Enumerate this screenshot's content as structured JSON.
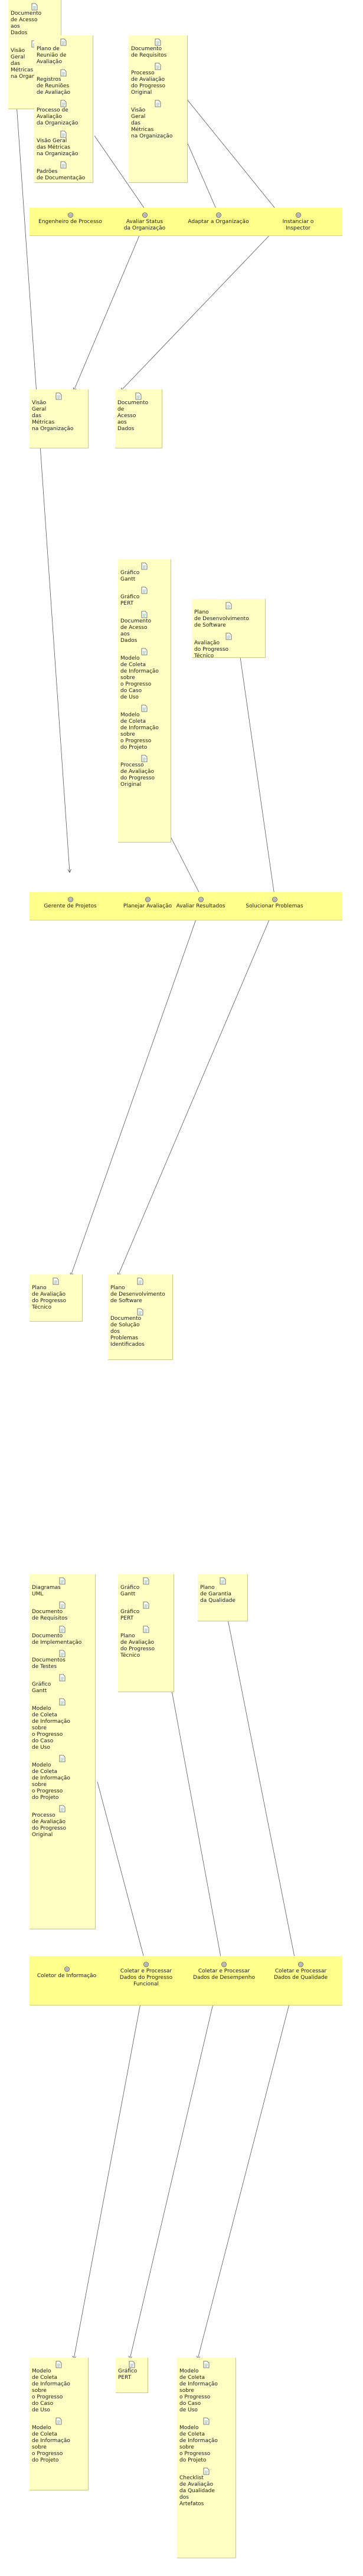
{
  "sections": [
    {
      "inputs": [
        {
          "items": [
            "Documento\nde Acesso\naos\nDados",
            "Visão\nGeral\ndas\nMétricas\nna Organização"
          ]
        },
        {
          "items": [
            "Plano de\nReunião de Avaliação",
            "Registros\nde Reuniões\nde Avaliação",
            "Processo de\nAvaliação\nda Organização",
            "Visão Geral\ndas Métricas\nna Organização",
            "Padrões\nde Documentação"
          ]
        },
        {
          "items": [
            "Documento\nde Requisitos",
            "Processo\nde Avaliação\ndo Progresso\nOriginal",
            "Visão\nGeral\ndas\nMétricas\nna Organização"
          ]
        }
      ],
      "tasks": [
        "Engenheiro de Processo",
        "Avaliar Status\nda Organização",
        "Adaptar a Organização",
        "Instanciar o\nInspector"
      ],
      "outputs": [
        {
          "items": [
            "Visão\nGeral\ndas\nMétricas\nna Organização"
          ]
        },
        {
          "items": [
            "Documento\nde\nAcesso\naos\nDados"
          ]
        }
      ]
    },
    {
      "inputs": [
        {
          "items": [
            "Gráfico\nGantt",
            "Gráfico\nPERT",
            "Documento\nde Acesso\naos\nDados",
            "Modelo\nde Coleta\nde Informação\nsobre\no Progresso\ndo Caso\nde Uso",
            "Modelo\nde Coleta\nde Informação\nsobre\no Progresso\ndo Projeto",
            "Processo\nde Avaliação\ndo Progresso\nOriginal"
          ]
        },
        {
          "items": [
            "Plano\nde Desenvolvimento\nde Software",
            "Avaliação\ndo Progresso\nTécnico"
          ]
        }
      ],
      "tasks": [
        "Gerente de Projetos",
        "Planejar Avaliação",
        "Avaliar Resultados",
        "Solucionar Problemas"
      ],
      "outputs": [
        {
          "items": [
            "Plano\nde Avaliação\ndo Progresso\nTécnico"
          ]
        },
        {
          "items": [
            "Plano\nde Desenvolvimento\nde Software",
            "Documento\nde Solução\ndos\nProblemas\nIdentificados"
          ]
        }
      ]
    },
    {
      "inputs": [
        {
          "items": [
            "Diagramas\nUML",
            "Documento\nde Requisitos",
            "Documento\nde Implementação",
            "Documentos\nde Testes",
            "Gráfico\nGantt",
            "Modelo\nde Coleta\nde Informação\nsobre\no Progresso\ndo Caso\nde Uso",
            "Modelo\nde Coleta\nde Informação\nsobre\no Progresso\ndo Projeto",
            "Processo\nde Avaliação\ndo Progresso\nOriginal"
          ]
        },
        {
          "items": [
            "Gráfico\nGantt",
            "Gráfico\nPERT",
            "Plano\nde Avaliação\ndo Progresso\nTécnico"
          ]
        },
        {
          "items": [
            "Plano\nde Garantia\nda Qualidade"
          ]
        }
      ],
      "tasks": [
        "Coletor de Informação",
        "Coletar e Processar\nDados do Progresso\nFuncional",
        "Coletar e Processar\nDados de Desempenho",
        "Coletar e Processar\nDados de Qualidade"
      ],
      "outputs": [
        {
          "items": [
            "Modelo\nde Coleta\nde Informação\nsobre\no Progresso\ndo Caso\nde Uso",
            "Modelo\nde Coleta\nde Informação\nsobre\no Progresso\ndo Projeto"
          ]
        },
        {
          "items": [
            "Gráfico\nPERT"
          ]
        },
        {
          "items": [
            "Modelo\nde Coleta\nde Informação\nsobre\no Progresso\ndo Caso\nde Uso",
            "Modelo\nde Coleta\nde Informação\nsobre\no Progresso\ndo Projeto",
            "Checklist\nde Avaliação\nda Qualidade\ndos\nArtefatos"
          ]
        }
      ]
    }
  ],
  "colors": {
    "box_fill": "#ffffc4",
    "bar_fill": "#ffff8c",
    "line": "#444444"
  },
  "icons": {
    "artifact": "document-icon",
    "task": "gear-icon"
  }
}
